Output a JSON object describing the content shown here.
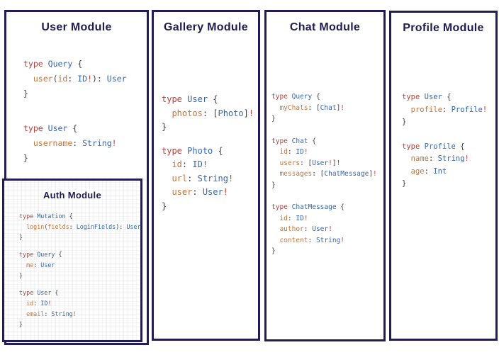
{
  "colors": {
    "border_navy": "#221e55",
    "title_navy": "#201c4f",
    "code_keyword_red": "#b1453f",
    "code_type_blue": "#3667b1",
    "code_field_orange": "#c4763b",
    "code_bang_red": "#c94034",
    "code_punct_gray": "#404040"
  },
  "panels": [
    {
      "title": "User Module",
      "blocks": [
        [
          [
            [
              "k",
              "type"
            ],
            [
              "p",
              " "
            ],
            [
              "t",
              "Query"
            ],
            [
              "p",
              " {"
            ]
          ],
          [
            [
              "p",
              "  "
            ],
            [
              "f",
              "user"
            ],
            [
              "p",
              "("
            ],
            [
              "f",
              "id"
            ],
            [
              "p",
              ": "
            ],
            [
              "t",
              "ID"
            ],
            [
              "r",
              "!"
            ],
            [
              "p",
              "): "
            ],
            [
              "t",
              "User"
            ]
          ],
          [
            [
              "p",
              "}"
            ]
          ]
        ],
        [
          [
            [
              "k",
              "type"
            ],
            [
              "p",
              " "
            ],
            [
              "t",
              "User"
            ],
            [
              "p",
              " {"
            ]
          ],
          [
            [
              "p",
              "  "
            ],
            [
              "f",
              "username"
            ],
            [
              "p",
              ": "
            ],
            [
              "t",
              "String"
            ],
            [
              "r",
              "!"
            ]
          ],
          [
            [
              "p",
              "}"
            ]
          ]
        ]
      ]
    },
    {
      "title": "Gallery Module",
      "blocks": [
        [
          [
            [
              "k",
              "type"
            ],
            [
              "p",
              " "
            ],
            [
              "t",
              "User"
            ],
            [
              "p",
              " {"
            ]
          ],
          [
            [
              "p",
              "  "
            ],
            [
              "f",
              "photos"
            ],
            [
              "p",
              ": ["
            ],
            [
              "t",
              "Photo"
            ],
            [
              "p",
              "]"
            ],
            [
              "r",
              "!"
            ]
          ],
          [
            [
              "p",
              "}"
            ]
          ]
        ],
        [
          [
            [
              "k",
              "type"
            ],
            [
              "p",
              " "
            ],
            [
              "t",
              "Photo"
            ],
            [
              "p",
              " {"
            ]
          ],
          [
            [
              "p",
              "  "
            ],
            [
              "f",
              "id"
            ],
            [
              "p",
              ": "
            ],
            [
              "t",
              "ID"
            ],
            [
              "r",
              "!"
            ]
          ],
          [
            [
              "p",
              "  "
            ],
            [
              "f",
              "url"
            ],
            [
              "p",
              ": "
            ],
            [
              "t",
              "String"
            ],
            [
              "r",
              "!"
            ]
          ],
          [
            [
              "p",
              "  "
            ],
            [
              "f",
              "user"
            ],
            [
              "p",
              ": "
            ],
            [
              "t",
              "User"
            ],
            [
              "r",
              "!"
            ]
          ],
          [
            [
              "p",
              "}"
            ]
          ]
        ]
      ]
    },
    {
      "title": "Chat Module",
      "blocks": [
        [
          [
            [
              "k",
              "type"
            ],
            [
              "p",
              " "
            ],
            [
              "t",
              "Query"
            ],
            [
              "p",
              " {"
            ]
          ],
          [
            [
              "p",
              "  "
            ],
            [
              "f",
              "myChats"
            ],
            [
              "p",
              ": ["
            ],
            [
              "t",
              "Chat"
            ],
            [
              "p",
              "]"
            ],
            [
              "r",
              "!"
            ]
          ],
          [
            [
              "p",
              "}"
            ]
          ]
        ],
        [
          [
            [
              "k",
              "type"
            ],
            [
              "p",
              " "
            ],
            [
              "t",
              "Chat"
            ],
            [
              "p",
              " {"
            ]
          ],
          [
            [
              "p",
              "  "
            ],
            [
              "f",
              "id"
            ],
            [
              "p",
              ": "
            ],
            [
              "t",
              "ID"
            ],
            [
              "r",
              "!"
            ]
          ],
          [
            [
              "p",
              "  "
            ],
            [
              "f",
              "users"
            ],
            [
              "p",
              ": ["
            ],
            [
              "t",
              "User"
            ],
            [
              "r",
              "!"
            ],
            [
              "p",
              "]"
            ],
            [
              "r",
              "!"
            ]
          ],
          [
            [
              "p",
              "  "
            ],
            [
              "f",
              "messages"
            ],
            [
              "p",
              ": ["
            ],
            [
              "t",
              "ChatMessage"
            ],
            [
              "p",
              "]"
            ],
            [
              "r",
              "!"
            ]
          ],
          [
            [
              "p",
              "}"
            ]
          ]
        ],
        [
          [
            [
              "k",
              "type"
            ],
            [
              "p",
              " "
            ],
            [
              "t",
              "ChatMessage"
            ],
            [
              "p",
              " {"
            ]
          ],
          [
            [
              "p",
              "  "
            ],
            [
              "f",
              "id"
            ],
            [
              "p",
              ": "
            ],
            [
              "t",
              "ID"
            ],
            [
              "r",
              "!"
            ]
          ],
          [
            [
              "p",
              "  "
            ],
            [
              "f",
              "author"
            ],
            [
              "p",
              ": "
            ],
            [
              "t",
              "User"
            ],
            [
              "r",
              "!"
            ]
          ],
          [
            [
              "p",
              "  "
            ],
            [
              "f",
              "content"
            ],
            [
              "p",
              ": "
            ],
            [
              "t",
              "String"
            ],
            [
              "r",
              "!"
            ]
          ],
          [
            [
              "p",
              "}"
            ]
          ]
        ]
      ]
    },
    {
      "title": "Profile Module",
      "blocks": [
        [
          [
            [
              "k",
              "type"
            ],
            [
              "p",
              " "
            ],
            [
              "t",
              "User"
            ],
            [
              "p",
              " {"
            ]
          ],
          [
            [
              "p",
              "  "
            ],
            [
              "f",
              "profile"
            ],
            [
              "p",
              ": "
            ],
            [
              "t",
              "Profile"
            ],
            [
              "r",
              "!"
            ]
          ],
          [
            [
              "p",
              "}"
            ]
          ]
        ],
        [
          [
            [
              "k",
              "type"
            ],
            [
              "p",
              " "
            ],
            [
              "t",
              "Profile"
            ],
            [
              "p",
              " {"
            ]
          ],
          [
            [
              "p",
              "  "
            ],
            [
              "f",
              "name"
            ],
            [
              "p",
              ": "
            ],
            [
              "t",
              "String"
            ],
            [
              "r",
              "!"
            ]
          ],
          [
            [
              "p",
              "  "
            ],
            [
              "f",
              "age"
            ],
            [
              "p",
              ": "
            ],
            [
              "t",
              "Int"
            ]
          ],
          [
            [
              "p",
              "}"
            ]
          ]
        ]
      ]
    }
  ],
  "auth_panel": {
    "title": "Auth Module",
    "blocks": [
      [
        [
          [
            "k",
            "type"
          ],
          [
            "p",
            " "
          ],
          [
            "t",
            "Mutation"
          ],
          [
            "p",
            " {"
          ]
        ],
        [
          [
            "p",
            "  "
          ],
          [
            "f",
            "login"
          ],
          [
            "p",
            "("
          ],
          [
            "f",
            "fields"
          ],
          [
            "p",
            ": "
          ],
          [
            "t",
            "LoginFields"
          ],
          [
            "p",
            "): "
          ],
          [
            "t",
            "User"
          ]
        ],
        [
          [
            "p",
            "}"
          ]
        ]
      ],
      [
        [
          [
            "k",
            "type"
          ],
          [
            "p",
            " "
          ],
          [
            "t",
            "Query"
          ],
          [
            "p",
            " {"
          ]
        ],
        [
          [
            "p",
            "  "
          ],
          [
            "f",
            "me"
          ],
          [
            "p",
            ": "
          ],
          [
            "t",
            "User"
          ]
        ],
        [
          [
            "p",
            "}"
          ]
        ]
      ],
      [
        [
          [
            "k",
            "type"
          ],
          [
            "p",
            " "
          ],
          [
            "t",
            "User"
          ],
          [
            "p",
            " {"
          ]
        ],
        [
          [
            "p",
            "  "
          ],
          [
            "f",
            "id"
          ],
          [
            "p",
            ": "
          ],
          [
            "t",
            "ID"
          ],
          [
            "r",
            "!"
          ]
        ],
        [
          [
            "p",
            "  "
          ],
          [
            "f",
            "email"
          ],
          [
            "p",
            ": "
          ],
          [
            "t",
            "String"
          ],
          [
            "r",
            "!"
          ]
        ],
        [
          [
            "p",
            "}"
          ]
        ]
      ]
    ]
  }
}
